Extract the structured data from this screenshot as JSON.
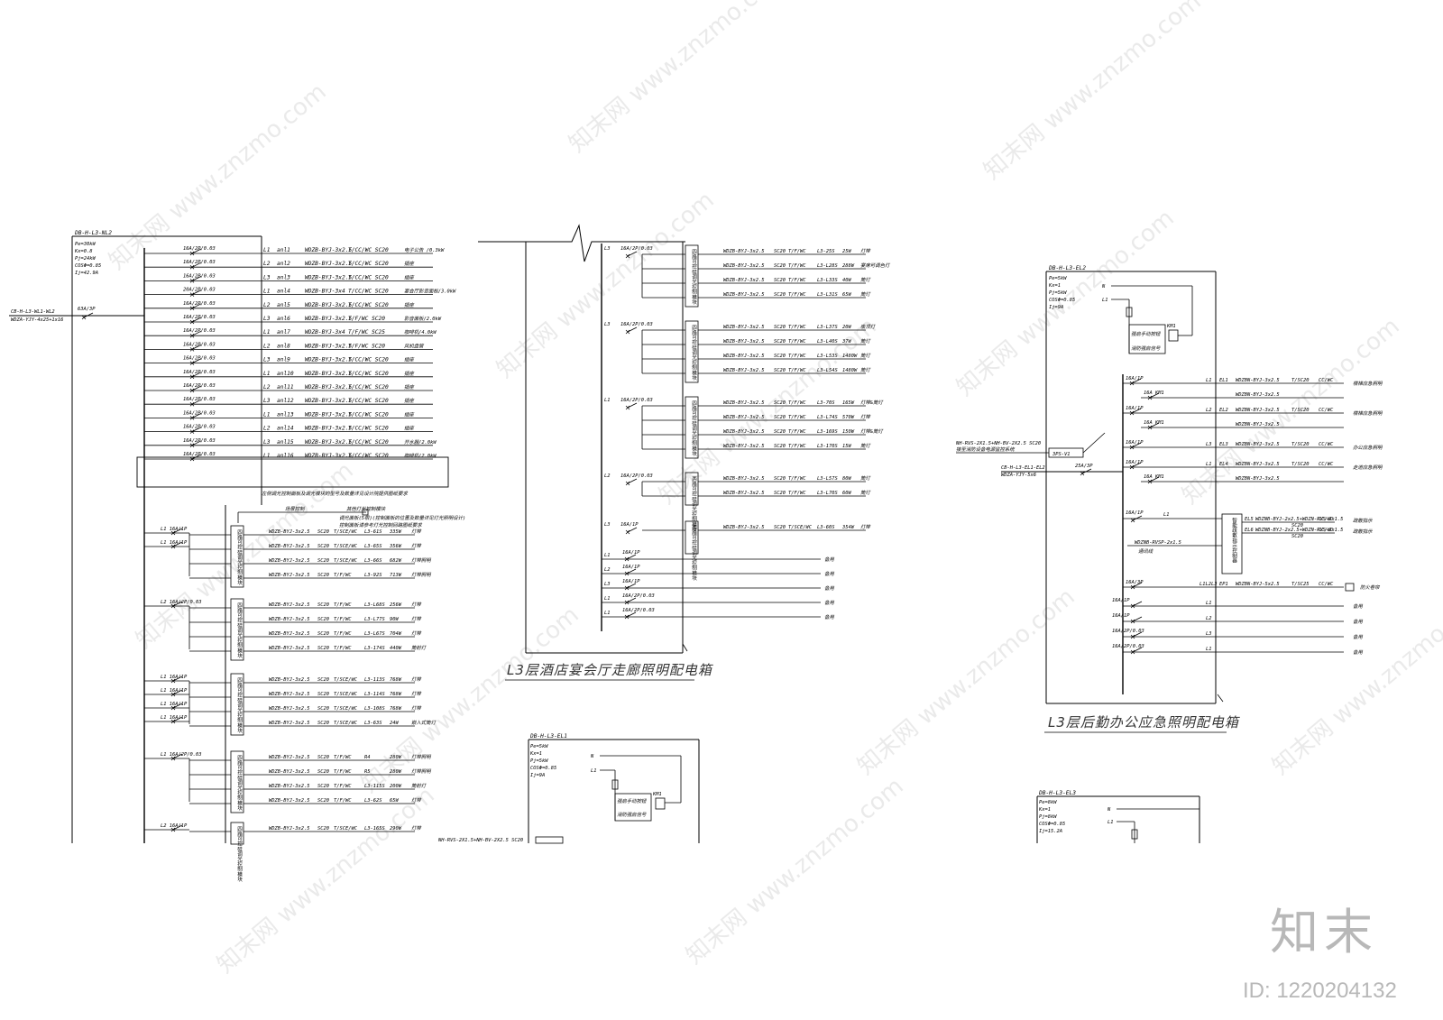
{
  "panels": [
    {
      "id": "nl2",
      "name": "DB-H-L3-NL2",
      "params": [
        "Pe=30kW",
        "Kx=0.8",
        "Pj=24kW",
        "COSΦ=0.85",
        "Ij=42.9A"
      ],
      "incoming": "CB-H-L3-WL1-WL2",
      "incoming_cable": "WDZA-YJY-4x25+1x16",
      "main_breaker": "63A/3P",
      "circuits": [
        {
          "breaker": "16A/2P/0.03",
          "phase": "L1",
          "code": "anl1",
          "cable": "WDZB-BYJ-3x2.5",
          "lay": "T/CC/WC SC20",
          "load": "电子公告 /0.3kW"
        },
        {
          "breaker": "16A/2P/0.03",
          "phase": "L2",
          "code": "anl2",
          "cable": "WDZB-BYJ-3x2.5",
          "lay": "T/CC/WC SC20",
          "load": "插座"
        },
        {
          "breaker": "16A/2P/0.03",
          "phase": "L3",
          "code": "anl3",
          "cable": "WDZB-BYJ-3x2.5",
          "lay": "T/CC/WC SC20",
          "load": "插座"
        },
        {
          "breaker": "20A/2P/0.03",
          "phase": "L1",
          "code": "anl4",
          "cable": "WDZB-BYJ-3x4",
          "lay": "T/CC/WC SC20",
          "load": "宴会厅影音面板/3.0kW"
        },
        {
          "breaker": "16A/2P/0.03",
          "phase": "L2",
          "code": "anl5",
          "cable": "WDZB-BYJ-3x2.5",
          "lay": "T/CC/WC SC20",
          "load": "插座"
        },
        {
          "breaker": "16A/2P/0.03",
          "phase": "L3",
          "code": "anl6",
          "cable": "WDZB-BYJ-3x2.5",
          "lay": "T/F/WC SC20",
          "load": "影音面板/2.0kW"
        },
        {
          "breaker": "16A/2P/0.03",
          "phase": "L1",
          "code": "anl7",
          "cable": "WDZB-BYJ-3x4",
          "lay": "T/F/WC SC25",
          "load": "咖啡机/4.0kW"
        },
        {
          "breaker": "16A/2P/0.03",
          "phase": "L2",
          "code": "anl8",
          "cable": "WDZB-BYJ-3x2.5",
          "lay": "T/F/WC SC20",
          "load": "风机盘管"
        },
        {
          "breaker": "16A/2P/0.03",
          "phase": "L3",
          "code": "anl9",
          "cable": "WDZB-BYJ-3x2.5",
          "lay": "T/CC/WC SC20",
          "load": "插座"
        },
        {
          "breaker": "16A/2P/0.03",
          "phase": "L1",
          "code": "anl10",
          "cable": "WDZB-BYJ-3x2.5",
          "lay": "T/CC/WC SC20",
          "load": "插座"
        },
        {
          "breaker": "16A/2P/0.03",
          "phase": "L2",
          "code": "anl11",
          "cable": "WDZB-BYJ-3x2.5",
          "lay": "T/CC/WC SC20",
          "load": "插座"
        },
        {
          "breaker": "16A/2P/0.03",
          "phase": "L3",
          "code": "anl12",
          "cable": "WDZB-BYJ-3x2.5",
          "lay": "T/CC/WC SC20",
          "load": "插座"
        },
        {
          "breaker": "16A/2P/0.03",
          "phase": "L1",
          "code": "anl13",
          "cable": "WDZB-BYJ-3x2.5",
          "lay": "T/CC/WC SC20",
          "load": "插座"
        },
        {
          "breaker": "16A/2P/0.03",
          "phase": "L2",
          "code": "anl14",
          "cable": "WDZB-BYJ-3x2.5",
          "lay": "T/CC/WC SC20",
          "load": "插座"
        },
        {
          "breaker": "16A/2P/0.03",
          "phase": "L3",
          "code": "anl15",
          "cable": "WDZB-BYJ-3x2.5",
          "lay": "T/CC/WC SC20",
          "load": "开水器/2.0kW"
        },
        {
          "breaker": "16A/2P/0.03",
          "phase": "L1",
          "code": "anl16",
          "cable": "WDZB-BYJ-3x2.5",
          "lay": "T/CC/WC SC20",
          "load": "咖啡机/2.0kW"
        }
      ],
      "note": "左侧调光控制面板及调光模块的型号及数量详见设计院提供图纸要求",
      "note2": "调光面板(5根)(控制面板的位置及数量详见灯光照明设计)",
      "note3": "控制面板请参考灯光控制回路图纸要求",
      "ctrl_labels": [
        "场景控制",
        "其他灯光控制模块"
      ],
      "dim_groups": [
        {
          "module": "四路可控硅调光控制模块",
          "breakers": [
            "L1 16A/1P",
            "L1 16A/1P"
          ],
          "rows": [
            [
              "WDZB-BYJ-3x2.5",
              "SC20",
              "T/SCE/WC",
              "L3-61S",
              "335W",
              "灯带"
            ],
            [
              "WDZB-BYJ-3x2.5",
              "SC20",
              "T/SCE/WC",
              "L3-65S",
              "356W",
              "灯带"
            ],
            [
              "WDZB-BYJ-3x2.5",
              "SC20",
              "T/SCE/WC",
              "L3-66S",
              "682W",
              "灯带照明"
            ],
            [
              "WDZB-BYJ-3x2.5",
              "SC20",
              "T/F/WC",
              "L3-92S",
              "713W",
              "灯带照明"
            ]
          ]
        },
        {
          "module": "四路可控硅调光控制模块",
          "breakers": [
            "L2 16A/2P/0.03"
          ],
          "rows": [
            [
              "WDZB-BYJ-3x2.5",
              "SC20",
              "T/F/WC",
              "L3-L68S",
              "256W",
              "灯带"
            ],
            [
              "WDZB-BYJ-3x2.5",
              "SC20",
              "T/F/WC",
              "L3-L77S",
              "90W",
              "灯带"
            ],
            [
              "WDZB-BYJ-3x2.5",
              "SC20",
              "T/F/WC",
              "L3-L67S",
              "704W",
              "灯带"
            ],
            [
              "WDZB-BYJ-3x2.5",
              "SC20",
              "T/F/WC",
              "L3-174S",
              "440W",
              "筒射灯"
            ]
          ]
        },
        {
          "module": "四路可控硅调光控制模块",
          "breakers": [
            "L1 16A/1P",
            "L1 16A/1P",
            "L1 16A/1P",
            "L1 16A/1P"
          ],
          "rows": [
            [
              "WDZB-BYJ-3x2.5",
              "SC20",
              "T/SCE/WC",
              "L3-113S",
              "768W",
              "灯带"
            ],
            [
              "WDZB-BYJ-3x2.5",
              "SC20",
              "T/SCE/WC",
              "L3-114S",
              "768W",
              "灯带"
            ],
            [
              "WDZB-BYJ-3x2.5",
              "SC20",
              "T/SCE/WC",
              "L3-108S",
              "768W",
              "灯带"
            ],
            [
              "WDZB-BYJ-3x2.5",
              "SC20",
              "T/SCE/WC",
              "L3-63S",
              "24W",
              "嵌入式筒灯"
            ]
          ]
        },
        {
          "module": "四路可控硅调光控制模块",
          "breakers": [
            "L1 16A/2P/0.03"
          ],
          "rows": [
            [
              "WDZB-BYJ-3x2.5",
              "SC20",
              "T/F/WC",
              "R4",
              "280W",
              "灯带照明"
            ],
            [
              "WDZB-BYJ-3x2.5",
              "SC20",
              "T/F/WC",
              "R5",
              "280W",
              "灯带照明"
            ],
            [
              "WDZB-BYJ-3x2.5",
              "SC20",
              "T/F/WC",
              "L3-115S",
              "200W",
              "筒射灯"
            ],
            [
              "WDZB-BYJ-3x2.5",
              "SC20",
              "T/F/WC",
              "L3-62S",
              "65W",
              "灯带"
            ]
          ]
        },
        {
          "module": "四路可控硅调光控制模块",
          "breakers": [
            "L2 16A/1P"
          ],
          "rows": [
            [
              "WDZB-BYJ-3x2.5",
              "SC20",
              "T/SCE/WC",
              "L3-165S",
              "290W",
              "灯带"
            ]
          ]
        }
      ]
    },
    {
      "id": "corridor",
      "title": "L3层酒店宴会厅走廊照明配电箱",
      "groups": [
        {
          "phase": "L3",
          "breaker": "16A/2P/0.03",
          "module": "四路可控硅调光控制模块",
          "rows": [
            [
              "WDZB-BYJ-3x2.5",
              "SC20",
              "T/F/WC",
              "L3-25S",
              "25W",
              "灯带"
            ],
            [
              "WDZB-BYJ-3x2.5",
              "SC20",
              "T/F/WC",
              "L3-L28S",
              "288W",
              "宴席可调色灯"
            ],
            [
              "WDZB-BYJ-3x2.5",
              "SC20",
              "T/F/WC",
              "L3-L33S",
              "40W",
              "筒灯"
            ],
            [
              "WDZB-BYJ-3x2.5",
              "SC20",
              "T/F/WC",
              "L3-L31S",
              "65W",
              "筒灯"
            ]
          ]
        },
        {
          "phase": "L3",
          "breaker": "16A/2P/0.03",
          "module": "四路可控硅调光控制模块",
          "rows": [
            [
              "WDZB-BYJ-3x2.5",
              "SC20",
              "T/F/WC",
              "L3-L37S",
              "20W",
              "吸顶灯"
            ],
            [
              "WDZB-BYJ-3x2.5",
              "SC20",
              "T/F/WC",
              "L3-L40S",
              "37W",
              "筒灯"
            ],
            [
              "WDZB-BYJ-3x2.5",
              "SC20",
              "T/F/WC",
              "L3-L53S",
              "1480W",
              "筒灯"
            ],
            [
              "WDZB-BYJ-3x2.5",
              "SC20",
              "T/F/WC",
              "L3-L54S",
              "1480W",
              "筒灯"
            ]
          ]
        },
        {
          "phase": "L1",
          "breaker": "16A/2P/0.03",
          "module": "四路可控硅调光控制模块",
          "rows": [
            [
              "WDZB-BYJ-3x2.5",
              "SC20",
              "T/F/WC",
              "L3-70S",
              "165W",
              "灯带&筒灯"
            ],
            [
              "WDZB-BYJ-3x2.5",
              "SC20",
              "T/F/WC",
              "L3-L74S",
              "570W",
              "灯带"
            ],
            [
              "WDZB-BYJ-3x2.5",
              "SC20",
              "T/F/WC",
              "L3-169S",
              "150W",
              "灯带&筒灯"
            ],
            [
              "WDZB-BYJ-3x2.5",
              "SC20",
              "T/F/WC",
              "L3-170S",
              "15W",
              "筒灯"
            ]
          ]
        },
        {
          "phase": "L2",
          "breaker": "16A/2P/0.03",
          "module": "两路可控硅调光控制模块",
          "rows": [
            [
              "WDZB-BYJ-3x2.5",
              "SC20",
              "T/F/WC",
              "L3-L57S",
              "80W",
              "筒灯"
            ],
            [
              "WDZB-BYJ-3x2.5",
              "SC20",
              "T/F/WC",
              "L3-L70S",
              "60W",
              "筒灯"
            ]
          ]
        },
        {
          "phase": "L3",
          "breaker": "16A/1P",
          "module": "两路可控硅调光控制模块",
          "rows": [
            [
              "WDZB-BYJ-3x2.5",
              "SC20",
              "T/SCE/WC",
              "L3-60S",
              "354W",
              "灯带"
            ]
          ]
        }
      ],
      "spares": [
        {
          "phase": "L1",
          "breaker": "16A/1P",
          "load": "备用"
        },
        {
          "phase": "L2",
          "breaker": "16A/1P",
          "load": "备用"
        },
        {
          "phase": "L3",
          "breaker": "16A/1P",
          "load": "备用"
        },
        {
          "phase": "L1",
          "breaker": "16A/2P/0.03",
          "load": "备用"
        },
        {
          "phase": "L1",
          "breaker": "16A/2P/0.03",
          "load": "备用"
        }
      ]
    },
    {
      "id": "el1",
      "name": "DB-H-L3-EL1",
      "params": [
        "Pe=5kW",
        "Kx=1",
        "Pj=5kW",
        "COSΦ=0.85",
        "Ij=9A"
      ],
      "labels": [
        "N",
        "L1",
        "KM1",
        "强启手动按钮",
        "消防强启信号"
      ],
      "incoming_cable": "NH-RVS-2X1.5+NH-BV-2X2.5 SC20"
    },
    {
      "id": "el2",
      "title": "L3层后勤办公应急照明配电箱",
      "name": "DB-H-L3-EL2",
      "params": [
        "Pe=5kW",
        "Kx=1",
        "Pj=5kW",
        "COSΦ=0.85",
        "Ij=9A"
      ],
      "labels": [
        "N",
        "L1",
        "KM1",
        "强启手动按钮",
        "消防强启信号"
      ],
      "fire_cable": "NH-RVS-2X1.5+NH-BV-2X2.5 SC20",
      "fire_note": "接至消防设备电源监控系统",
      "incoming": "CB-H-L3-EL1-EL2",
      "incoming_cable": "WDZA-YJY-5x6",
      "spd": "3PS-V1",
      "main_breaker": "25A/3P",
      "circuits": [
        {
          "breaker": "16A/1P",
          "phase": "L1",
          "code": "EL1",
          "cable": "WDZBN-BYJ-3x2.5",
          "lay": "T/SC20",
          "mode": "CC/WC",
          "load": "楼梯应急照明"
        },
        {
          "breaker": "16A KM1",
          "phase": "",
          "code": "",
          "cable": "WDZBN-BYJ-3x2.5",
          "lay": "",
          "mode": "",
          "load": ""
        },
        {
          "breaker": "16A/1P",
          "phase": "L2",
          "code": "EL2",
          "cable": "WDZBN-BYJ-3x2.5",
          "lay": "T/SC20",
          "mode": "CC/WC",
          "load": "楼梯应急照明"
        },
        {
          "breaker": "16A KM1",
          "phase": "",
          "code": "",
          "cable": "WDZBN-BYJ-3x2.5",
          "lay": "",
          "mode": "",
          "load": ""
        },
        {
          "breaker": "16A/1P",
          "phase": "L3",
          "code": "EL3",
          "cable": "WDZBN-BYJ-3x2.5",
          "lay": "T/SC20",
          "mode": "CC/WC",
          "load": "办公应急照明"
        },
        {
          "breaker": "16A/1P",
          "phase": "L1",
          "code": "EL4",
          "cable": "WDZBN-BYJ-3x2.5",
          "lay": "T/SC20",
          "mode": "CC/WC",
          "load": "走道应急照明"
        },
        {
          "breaker": "16A KM1",
          "phase": "",
          "code": "",
          "cable": "WDZBN-BYJ-3x2.5",
          "lay": "",
          "mode": "",
          "load": ""
        }
      ],
      "evac": {
        "breaker": "16A/1P",
        "phase": "L1",
        "module": "智能疏散指示控制器",
        "rows": [
          [
            "EL5",
            "WDZNB-BYJ-2x2.5+WDZN-RVS-2x1.5",
            "SC20",
            "CC/WC",
            "疏散指示"
          ],
          [
            "EL6",
            "WDZNB-BYJ-2x2.5+WDZN-RVS-2x1.5",
            "SC20",
            "CC/WC",
            "疏散指示"
          ]
        ],
        "comm": "WDZNB-RVSP-2x1.5",
        "comm_label": "通讯线"
      },
      "ep": {
        "breaker": "16A/3P",
        "phase": "L1L2L3",
        "code": "EP1",
        "cable": "WDZBN-BYJ-5x2.5",
        "lay": "T/SC25",
        "mode": "CC/WC",
        "load": "防火卷帘"
      },
      "spares": [
        {
          "breaker": "16A/1P",
          "phase": "L1",
          "load": "备用"
        },
        {
          "breaker": "16A/1P",
          "phase": "L2",
          "load": "备用"
        },
        {
          "breaker": "16A/2P/0.03",
          "phase": "L3",
          "load": "备用"
        },
        {
          "breaker": "16A/2P/0.03",
          "phase": "L1",
          "load": "备用"
        }
      ]
    },
    {
      "id": "el3",
      "name": "DB-H-L3-EL3",
      "params": [
        "Pe=8kW",
        "Kx=1",
        "Pj=8kW",
        "COSΦ=0.85",
        "Ij=15.2A"
      ],
      "labels": [
        "N",
        "L1"
      ]
    }
  ],
  "watermark": {
    "text": "知末网 www.znzmo.com"
  },
  "brand": "知末",
  "id_label": "ID: 1220204132"
}
